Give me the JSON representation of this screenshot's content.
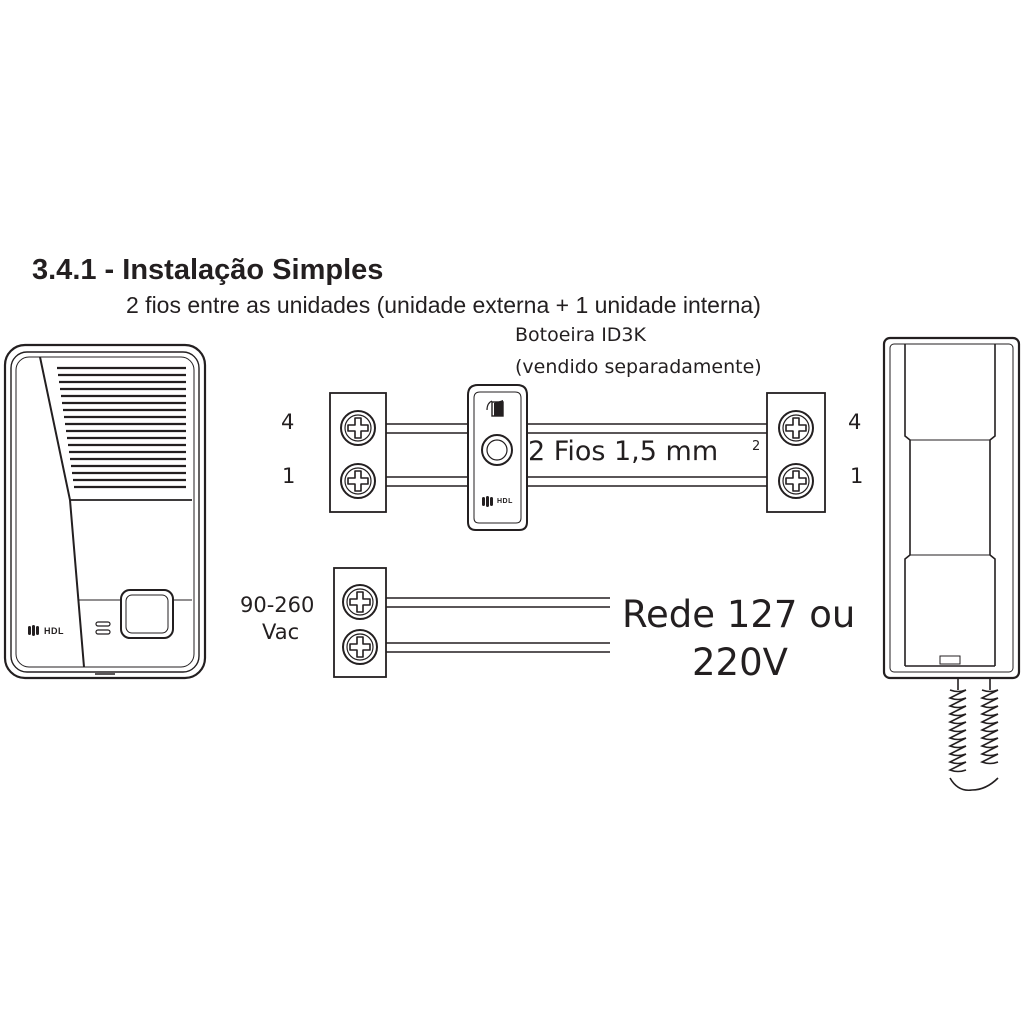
{
  "heading": {
    "title": "3.4.1 - Instalação Simples",
    "subtitle": "2 fios entre as unidades (unidade externa + 1 unidade interna)"
  },
  "doorbell_button": {
    "name": "Botoeira ID3K",
    "note": "(vendido separadamente)"
  },
  "wiring": {
    "label": "2 Fios 1,5 mm",
    "superscript": "2"
  },
  "terminals": {
    "left": [
      "4",
      "1"
    ],
    "right": [
      "4",
      "1"
    ]
  },
  "power": {
    "voltage_range": "90-260",
    "unit": "Vac",
    "mains_line1": "Rede 127 ou",
    "mains_line2": "220V"
  },
  "brand": {
    "logo": "HDL"
  },
  "colors": {
    "line": "#231f20",
    "background": "#ffffff"
  },
  "icons": [
    "speaker-grille",
    "call-button",
    "screw-terminal",
    "door-key-icon",
    "coiled-cord"
  ]
}
